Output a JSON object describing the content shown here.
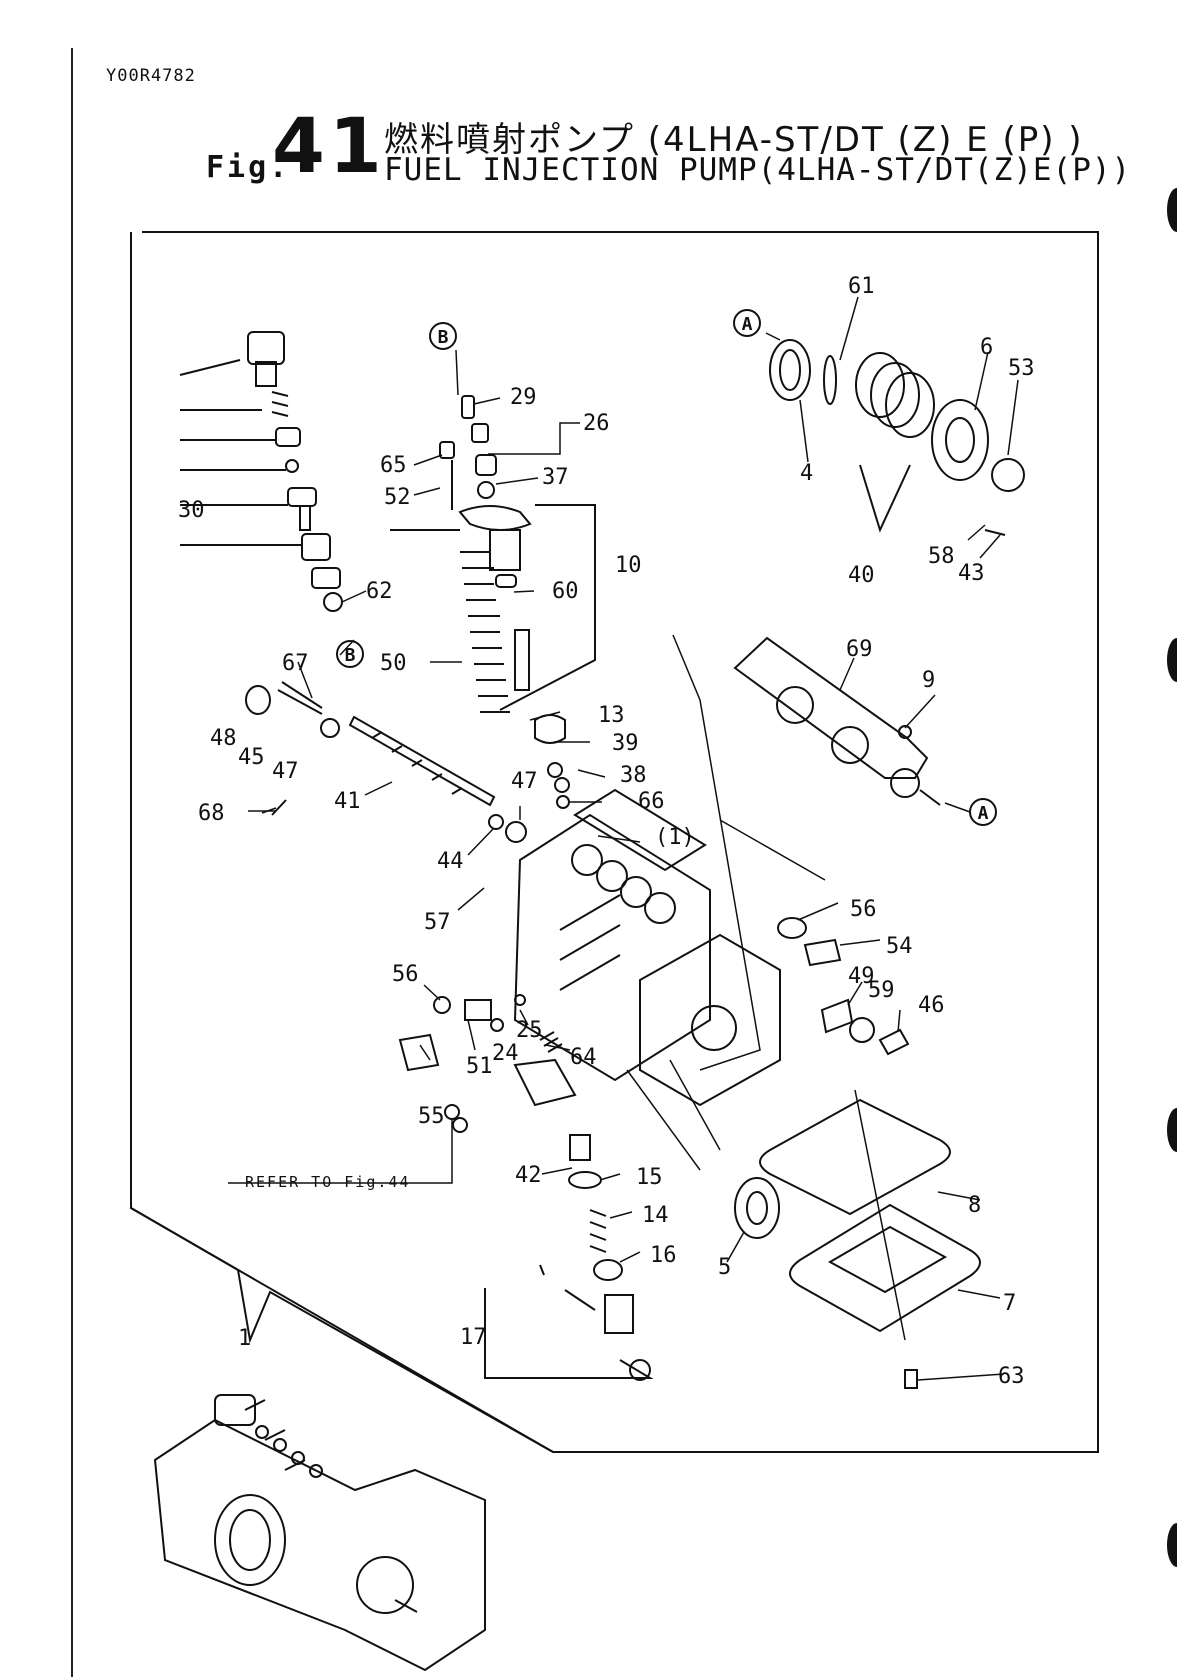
{
  "header": {
    "doc_code": "Y00R4782",
    "fig_prefix": "Fig.",
    "fig_number": "41",
    "title_jp": "燃料噴射ポンプ (4LHA-ST/DT (Z) E (P) )",
    "title_en": "FUEL INJECTION PUMP(4LHA-ST/DT(Z)E(P))"
  },
  "callouts": {
    "A": "A",
    "B": "B"
  },
  "reference_note": "REFER TO Fig.44",
  "part_numbers": [
    "1",
    "(1)",
    "4",
    "5",
    "6",
    "7",
    "8",
    "9",
    "10",
    "13",
    "14",
    "15",
    "16",
    "17",
    "24",
    "25",
    "26",
    "29",
    "30",
    "37",
    "38",
    "39",
    "40",
    "41",
    "42",
    "43",
    "44",
    "45",
    "46",
    "47",
    "48",
    "49",
    "50",
    "51",
    "52",
    "53",
    "54",
    "55",
    "56",
    "57",
    "58",
    "59",
    "60",
    "61",
    "62",
    "63",
    "64",
    "65",
    "66",
    "67",
    "68",
    "69"
  ]
}
